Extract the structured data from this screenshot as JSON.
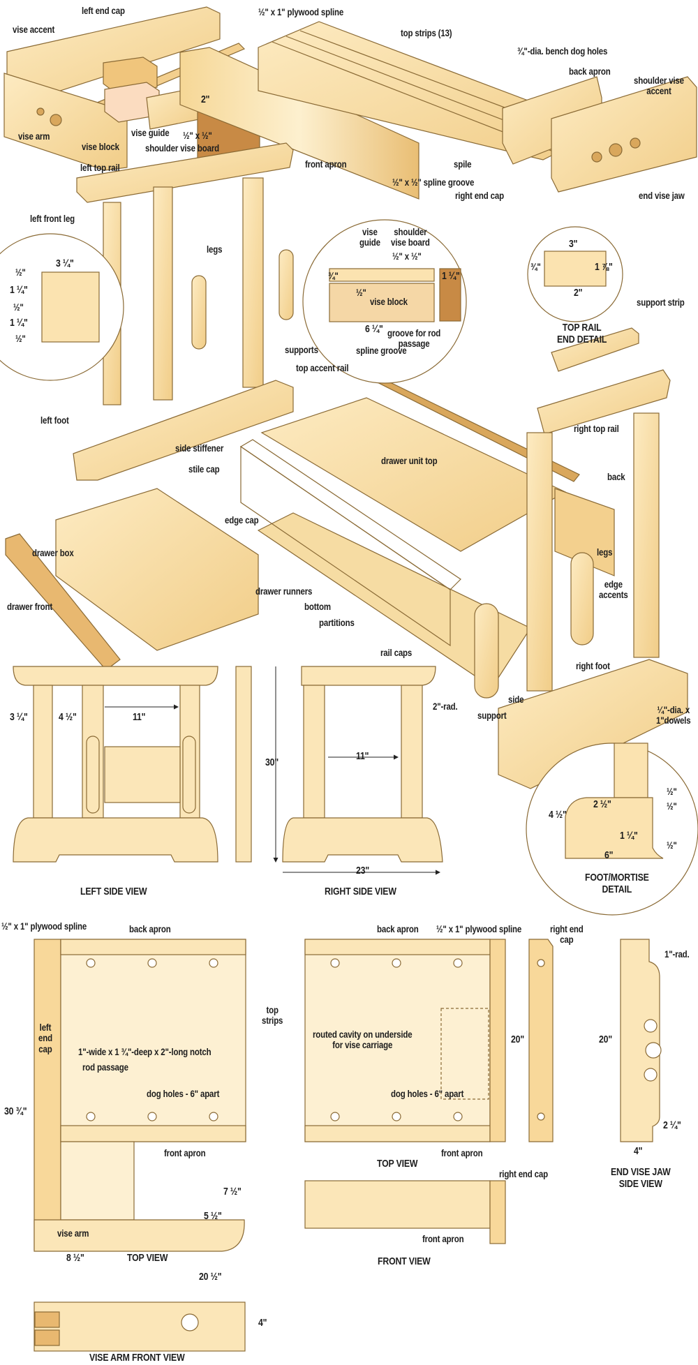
{
  "colors": {
    "wood_light": "#fbe6b8",
    "wood_mid": "#f3d08e",
    "wood_dark": "#d9a75c",
    "board_brown": "#c88a45",
    "outline": "#8a6a35",
    "cut_line": "#c77b6a"
  },
  "exploded": {
    "left_end_cap": "left end cap",
    "plywood_spline": "½\" x 1\" plywood spline",
    "vise_accent": "vise accent",
    "top_strips": "top strips (13)",
    "bench_dog_holes": "¾\"-dia. bench dog holes",
    "back_apron": "back apron",
    "shoulder_vise_accent_1": "shoulder vise",
    "shoulder_vise_accent_2": "accent",
    "dim_2": "2\"",
    "vise_arm": "vise arm",
    "vise_block": "vise block",
    "vise_guide": "vise guide",
    "half_by_half": "½\" x ½\"",
    "shoulder_vise_board": "shoulder vise board",
    "front_apron": "front apron",
    "spile": "spile",
    "spline_groove": "½\" x ½\" spline groove",
    "right_end_cap": "right end cap",
    "end_vise_jaw": "end vise jaw",
    "left_top_rail": "left top rail",
    "left_front_leg": "left front leg",
    "legs": "legs",
    "supports": "supports",
    "top_accent_rail": "top accent rail",
    "support_strip": "support strip",
    "right_top_rail": "right top rail",
    "left_foot": "left foot",
    "side_stiffener": "side stiffener",
    "stile_cap": "stile cap",
    "drawer_unit_top": "drawer unit top",
    "back": "back",
    "edge_cap": "edge cap",
    "drawer_box": "drawer box",
    "legs_2": "legs",
    "drawer_runners": "drawer runners",
    "edge_accents_1": "edge",
    "edge_accents_2": "accents",
    "bottom": "bottom",
    "partitions": "partitions",
    "drawer_front": "drawer front",
    "rail_caps": "rail caps",
    "right_foot": "right foot",
    "side": "side",
    "support": "support",
    "dowels_1": "¼\"-dia. x",
    "dowels_2": "1\"dowels"
  },
  "leg_detail": {
    "width": "3 ¼\"",
    "d1": "½\"",
    "d2": "1 ¼\"",
    "d3": "½\"",
    "d4": "1 ¼\"",
    "d5": "½\""
  },
  "vise_detail": {
    "vise_guide_1": "vise",
    "vise_guide_2": "guide",
    "shoulder_1": "shoulder",
    "shoulder_2": "vise board",
    "three_quarter": "¾\"",
    "half_by_half": "½\" x ½\"",
    "one_quarter": "1 ¼\"",
    "half": "½\"",
    "vise_block": "vise block",
    "width": "6 ¼\"",
    "groove_1": "groove for rod",
    "groove_2": "passage",
    "spline_groove": "spline groove"
  },
  "top_rail_detail": {
    "width": "3\"",
    "three_quarter": "¾\"",
    "height": "1 ⅞\"",
    "two": "2\"",
    "title_1": "TOP RAIL",
    "title_2": "END DETAIL"
  },
  "left_side_view": {
    "d1": "3 ¼\"",
    "d2": "4 ½\"",
    "d3": "11\"",
    "title": "LEFT SIDE VIEW"
  },
  "right_side_view": {
    "height": "30\"",
    "inner": "11\"",
    "width": "23\"",
    "radius": "2\"-rad.",
    "title": "RIGHT SIDE VIEW"
  },
  "foot_detail": {
    "height": "4 ½\"",
    "mortise": "2 ½\"",
    "h1": "½\"",
    "h2": "½\"",
    "w": "1 ¼\"",
    "h3": "½\"",
    "length": "6\"",
    "title_1": "FOOT/MORTISE",
    "title_2": "DETAIL"
  },
  "top_view_left": {
    "spline": "½\" x 1\" plywood spline",
    "back_apron": "back apron",
    "left_end_cap_1": "left",
    "left_end_cap_2": "end",
    "left_end_cap_3": "cap",
    "notch": "1\"-wide x 1 ¾\"-deep x 2\"-long notch",
    "rod_passage": "rod passage",
    "dog_holes": "dog holes - 6\" apart",
    "length": "30 ¾\"",
    "front_apron": "front apron",
    "arm_gap": "7 ½\"",
    "arm_offset": "5 ½\"",
    "vise_arm": "vise arm",
    "arm_width": "8 ½\"",
    "title": "TOP VIEW",
    "total": "20 ½\""
  },
  "top_strips_callout": {
    "line1": "top",
    "line2": "strips"
  },
  "top_view_right": {
    "back_apron": "back apron",
    "spline": "½\" x 1\" plywood spline",
    "right_end_cap_1": "right end",
    "right_end_cap_2": "cap",
    "depth": "20\"",
    "cavity_1": "routed cavity on underside",
    "cavity_2": "for vise carriage",
    "dog_holes": "dog holes - 6\" apart",
    "front_apron": "front apron",
    "title": "TOP VIEW"
  },
  "end_vise_jaw_view": {
    "radius": "1\"-rad.",
    "height": "20\"",
    "bottom": "2 ¼\"",
    "width": "4\"",
    "title_1": "END VISE JAW",
    "title_2": "SIDE VIEW"
  },
  "front_view": {
    "right_end_cap": "right end cap",
    "front_apron": "front apron",
    "title": "FRONT VIEW"
  },
  "vise_arm_front_view": {
    "height": "4\"",
    "title": "VISE ARM FRONT VIEW"
  }
}
